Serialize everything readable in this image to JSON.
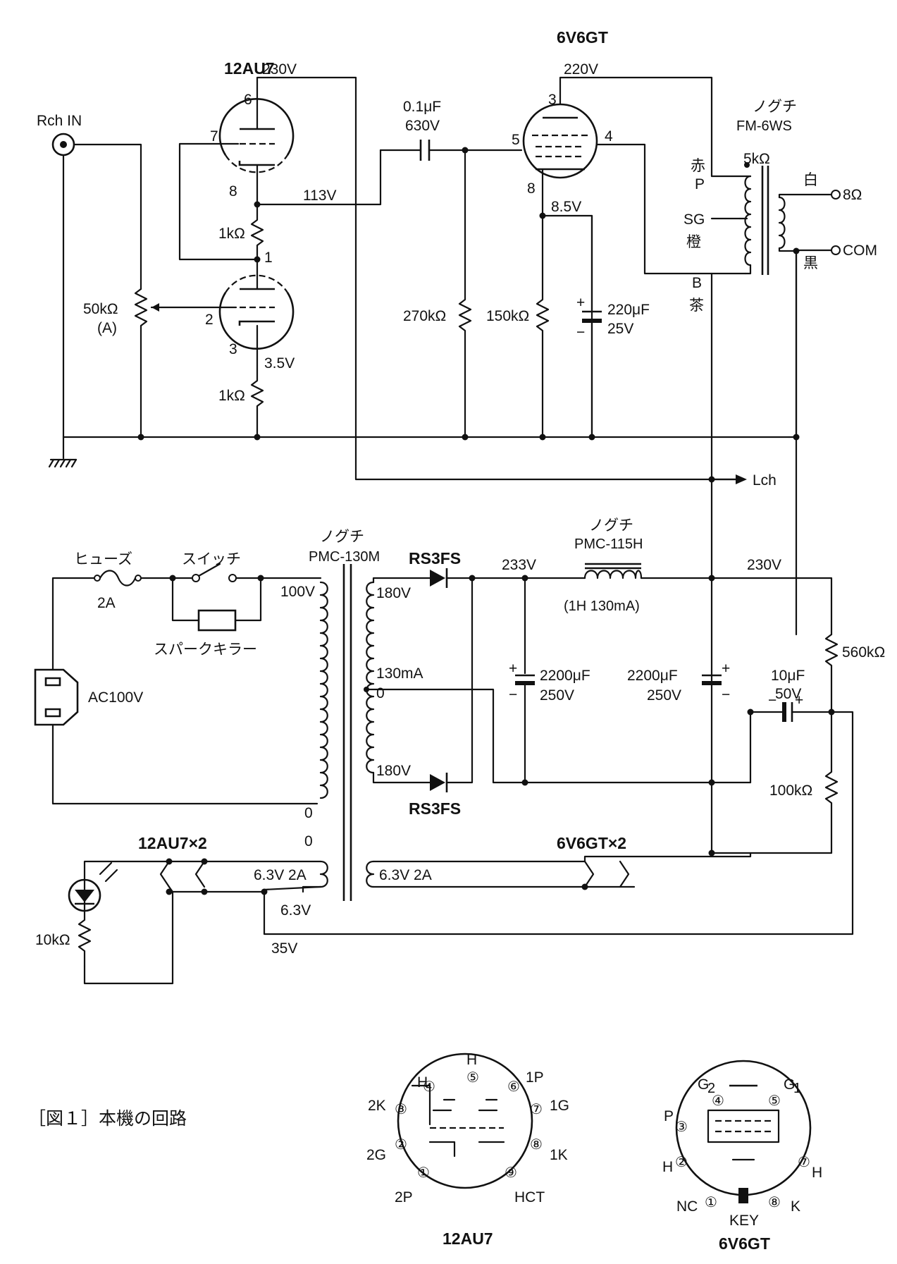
{
  "tubes": {
    "preamp": "12AU7",
    "output": "6V6GT",
    "preamp_voltages": {
      "plate": "230V",
      "cathode_node": "113V",
      "cathode": "3.5V"
    },
    "output_voltages": {
      "plate": "220V",
      "cathode": "8.5V"
    },
    "preamp_pins": {
      "p6": "6",
      "p7": "7",
      "p8": "8",
      "p1": "1",
      "p2": "2",
      "p3": "3"
    },
    "output_pins": {
      "p3": "3",
      "p4": "4",
      "p5": "5",
      "p8": "8"
    }
  },
  "input": {
    "jack": "Rch IN",
    "volume": "50kΩ",
    "volume_taper": "(A)"
  },
  "resistors": {
    "r_mid": "1kΩ",
    "r_k": "1kΩ",
    "r_grid": "270kΩ",
    "r_cathode": "150kΩ",
    "r_bleed_top": "560kΩ",
    "r_bleed_bot": "100kΩ",
    "r_led": "10kΩ"
  },
  "capacitors": {
    "coupling": {
      "value": "0.1μF",
      "voltage": "630V"
    },
    "bypass": {
      "value": "220μF",
      "voltage": "25V"
    },
    "filter1": {
      "value": "2200μF",
      "voltage": "250V"
    },
    "filter2": {
      "value": "2200μF",
      "voltage": "250V"
    },
    "bias": {
      "value": "10μF",
      "voltage": "50V"
    }
  },
  "output_transformer": {
    "maker": "ノグチ",
    "model": "FM-6WS",
    "impedance": "5kΩ",
    "lead_red": "赤",
    "lead_p": "P",
    "lead_sg": "SG",
    "lead_orange": "橙",
    "lead_b": "B",
    "lead_brown": "茶",
    "lead_white": "白",
    "lead_black": "黒",
    "tap_8": "8Ω",
    "tap_com": "COM"
  },
  "lch_label": "Lch",
  "power": {
    "fuse": "ヒューズ",
    "fuse_rating": "2A",
    "switch": "スイッチ",
    "spark_killer": "スパークキラー",
    "ac_inlet": "AC100V",
    "transformer_maker": "ノグチ",
    "transformer_model": "PMC-130M",
    "pri_100": "100V",
    "pri_0": "0",
    "heater_0": "0",
    "sec_180_top": "180V",
    "sec_ct_ma": "130mA",
    "sec_ct_0": "0",
    "sec_180_bot": "180V",
    "diode": "RS3FS",
    "choke_maker": "ノグチ",
    "choke_model": "PMC-115H",
    "choke_spec": "(1H 130mA)",
    "v_after_diode": "233V",
    "v_after_choke": "230V",
    "heater_left": "6.3V 2A",
    "heater_right": "6.3V 2A",
    "heater_v": "6.3V",
    "bias_v": "35V",
    "preamp_heaters": "12AU7×2",
    "output_heaters": "6V6GT×2"
  },
  "caption": {
    "figure": "［図１］本機の回路"
  },
  "pinouts": {
    "a": {
      "name": "12AU7",
      "h4": "H",
      "h5": "H",
      "p1p": "1P",
      "p1g": "1G",
      "p1k": "1K",
      "hct": "HCT",
      "p2p": "2P",
      "p2g": "2G",
      "p2k": "2K",
      "n1": "①",
      "n2": "②",
      "n3": "③",
      "n4": "④",
      "n5": "⑤",
      "n6": "⑥",
      "n7": "⑦",
      "n8": "⑧",
      "n9": "⑨"
    },
    "b": {
      "name": "6V6GT",
      "g2": "G",
      "g2sub": "2",
      "g1": "G",
      "g1sub": "1",
      "p": "P",
      "h2": "H",
      "h7": "H",
      "nc": "NC",
      "k": "K",
      "key": "KEY",
      "n1": "①",
      "n2": "②",
      "n3": "③",
      "n4": "④",
      "n5": "⑤",
      "n7": "⑦",
      "n8": "⑧"
    }
  }
}
